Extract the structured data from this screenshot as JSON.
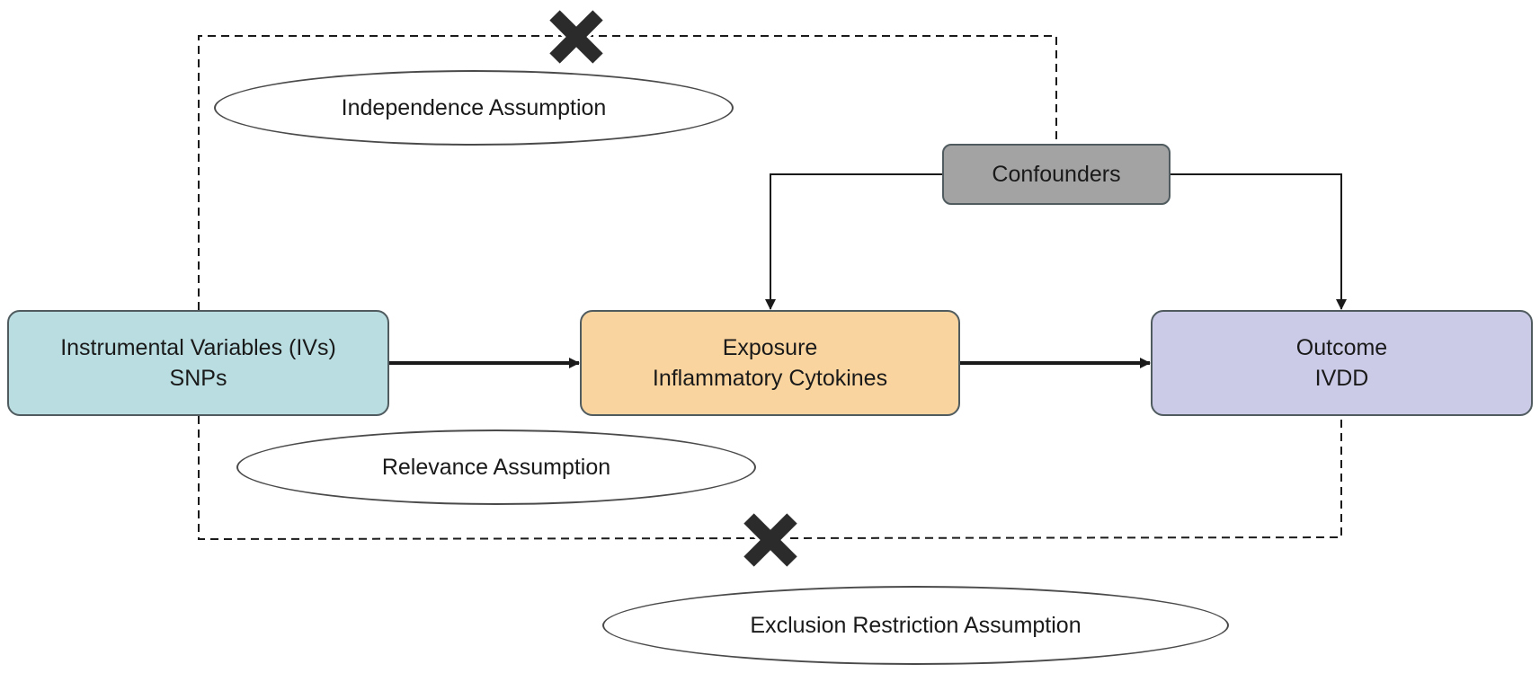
{
  "nodes": {
    "instruments": {
      "line1": "Instrumental Variables (IVs)",
      "line2": "SNPs",
      "fill": "#b9dde1"
    },
    "exposure": {
      "line1": "Exposure",
      "line2": "Inflammatory Cytokines",
      "fill": "#f9d49e"
    },
    "outcome": {
      "line1": "Outcome",
      "line2": "IVDD",
      "fill": "#cbcbe8"
    },
    "confounders": {
      "label": "Confounders",
      "fill": "#a3a3a3"
    }
  },
  "assumptions": {
    "independence": "Independence Assumption",
    "relevance": "Relevance Assumption",
    "exclusion": "Exclusion Restriction Assumption"
  },
  "colors": {
    "arrow": "#1a1a1a",
    "cross": "#2b2b2b",
    "dashed_line": "#1a1a1a"
  },
  "icons": {
    "violation_marker": "x-cross-icon"
  }
}
